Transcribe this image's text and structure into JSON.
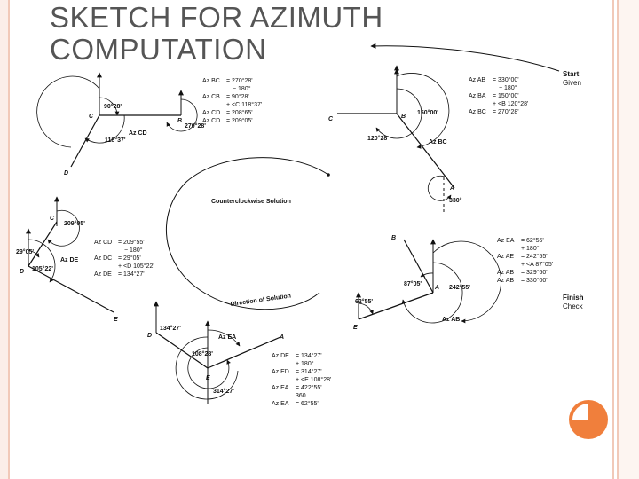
{
  "title_line1": "SKETCH FOR AZIMUTH",
  "title_line2": "COMPUTATION",
  "start": {
    "line1": "Start",
    "line2": "Given"
  },
  "finish": {
    "line1": "Finish",
    "line2": "Check"
  },
  "center_label": "Counterclockwise Solution",
  "direction_label": "Direction of Solution",
  "points": {
    "A": "A",
    "B": "B",
    "C": "C",
    "D": "D",
    "E": "E"
  },
  "sketch_B": {
    "angle_c": "150°00'",
    "angle_b": "120°28'",
    "angle_a": "330°",
    "line_label": "Az BC",
    "calc": [
      {
        "label": "Az AB",
        "value": "= 330°00'"
      },
      {
        "label": "",
        "value": "− 180°"
      },
      {
        "label": "Az BA",
        "value": "= 150°00'"
      },
      {
        "label": "",
        "value": "+ <B     120°28'"
      },
      {
        "label": "Az BC",
        "value": "= 270°28'"
      }
    ]
  },
  "sketch_C": {
    "angle_top": "90°28'",
    "angle_b": "270°28'",
    "angle_bottom": "118°37'",
    "line_label": "Az CD",
    "calc": [
      {
        "label": "Az BC",
        "value": "= 270°28'"
      },
      {
        "label": "",
        "value": "− 180°"
      },
      {
        "label": "Az CB",
        "value": "= 90°28'"
      },
      {
        "label": "",
        "value": "+ <C     118°37'"
      },
      {
        "label": "Az CD",
        "value": "= 208°65'"
      },
      {
        "label": "Az CD",
        "value": "= 209°05'"
      }
    ]
  },
  "sketch_D": {
    "angle_c": "209°05'",
    "angle_left": "29°05'",
    "angle_d": "105°22'",
    "line_label": "Az DE",
    "calc": [
      {
        "label": "Az CD",
        "value": "= 209°55'"
      },
      {
        "label": "",
        "value": "− 180°"
      },
      {
        "label": "Az DC",
        "value": "= 29°05'"
      },
      {
        "label": "",
        "value": "+ <D     105°22'"
      },
      {
        "label": "Az DE",
        "value": "= 134°27'"
      }
    ]
  },
  "sketch_E": {
    "angle_d": "134°27'",
    "angle_e": "108°28'",
    "angle_bottom": "314°27'",
    "line_label": "Az EA",
    "calc": [
      {
        "label": "Az DE",
        "value": "= 134°27'"
      },
      {
        "label": "",
        "value": "+ 180°"
      },
      {
        "label": "Az ED",
        "value": "= 314°27'"
      },
      {
        "label": "",
        "value": "+ <E     108°28'"
      },
      {
        "label": "Az EA",
        "value": "= 422°55'"
      },
      {
        "label": "",
        "value": "     360"
      },
      {
        "label": "Az EA",
        "value": "= 62°55'"
      }
    ]
  },
  "sketch_A": {
    "angle_a": "87°05'",
    "angle_right": "242°55'",
    "angle_e": "62°55'",
    "line_label": "Az AB",
    "calc": [
      {
        "label": "Az EA",
        "value": "= 62°55'"
      },
      {
        "label": "",
        "value": "+ 180°"
      },
      {
        "label": "Az AE",
        "value": "= 242°55'"
      },
      {
        "label": "",
        "value": "+ <A       87°05'"
      },
      {
        "label": "Az AB",
        "value": "= 329°60'"
      },
      {
        "label": "Az AB",
        "value": "= 330°00'"
      }
    ]
  },
  "colors": {
    "accent": "#f07f3c",
    "border": "#f1c9b8",
    "title": "#555555"
  }
}
